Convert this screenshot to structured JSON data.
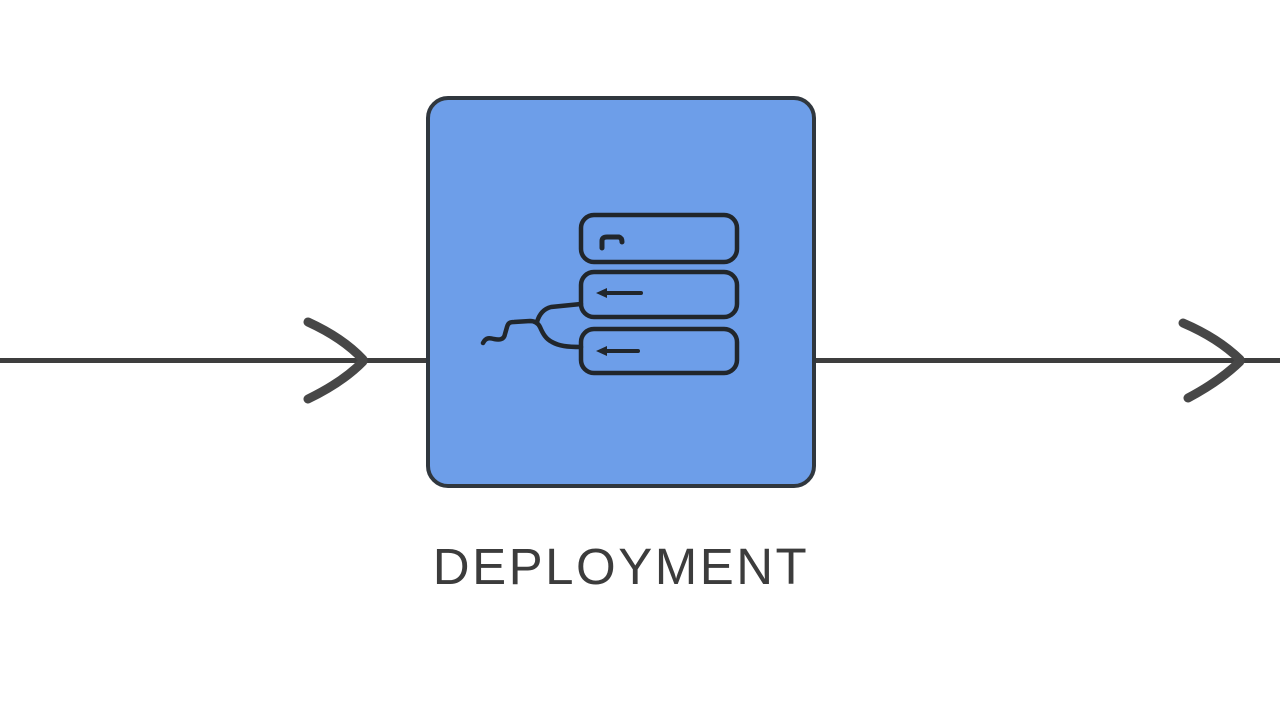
{
  "node": {
    "label": "DEPLOYMENT",
    "icon": "server-stack-branch-icon"
  },
  "flow": {
    "direction": "left-to-right",
    "arrowheads": 2
  },
  "colors": {
    "background": "#ffffff",
    "node-fill": "#6d9ee9",
    "node-border": "#30373e",
    "icon-stroke": "#21262b",
    "flow-line": "#3e3e3e",
    "arrow": "#474747",
    "label": "#3c3c3c"
  }
}
